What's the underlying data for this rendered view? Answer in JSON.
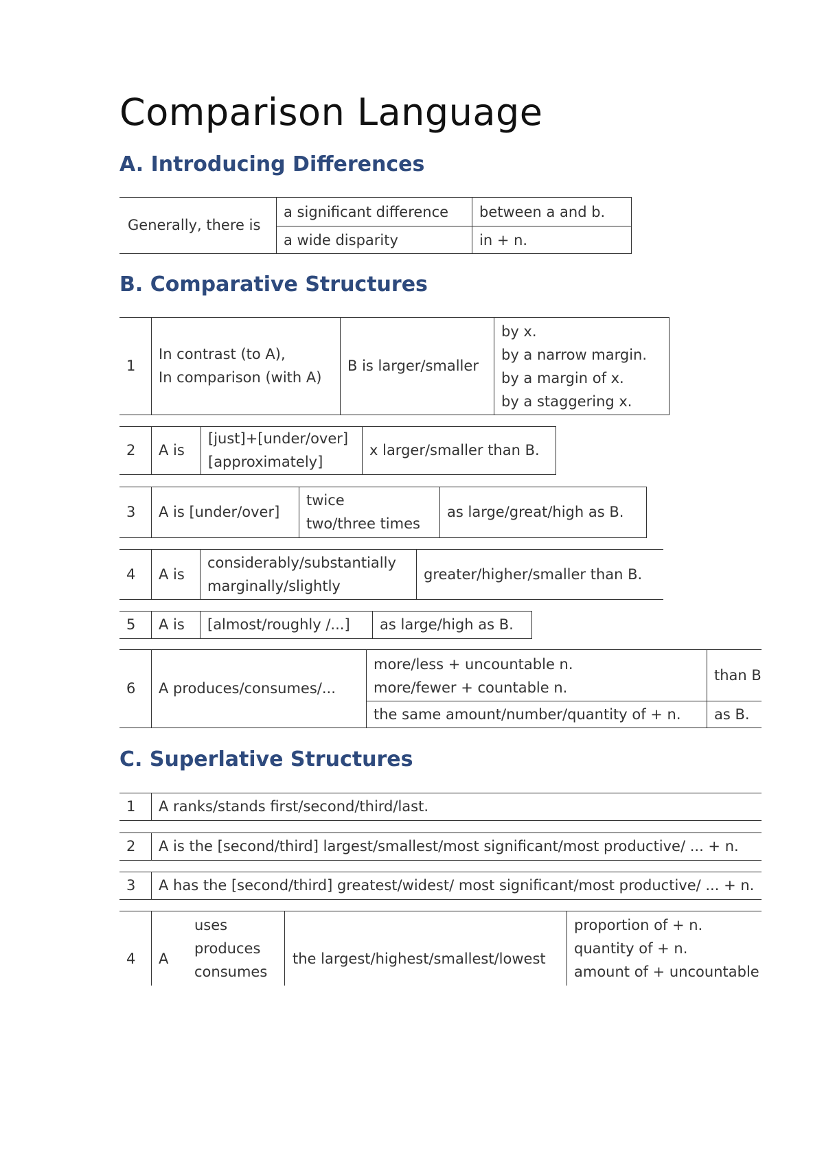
{
  "title": "Comparison Language",
  "section_a": {
    "heading": "A. Introducing Differences",
    "intro": "Generally, there is",
    "rows": [
      {
        "phrase": "a significant difference",
        "ending": "between a and b."
      },
      {
        "phrase": "a wide disparity",
        "ending": "in + n."
      }
    ]
  },
  "section_b": {
    "heading": "B. Comparative Structures",
    "row1": {
      "num": "1",
      "lead1": "In contrast (to A),",
      "lead2": "In comparison (with A)",
      "mid": "B is larger/smaller",
      "opt1": "by x.",
      "opt2": "by a narrow margin.",
      "opt3": "by a margin of x.",
      "opt4": "by a staggering x."
    },
    "row2": {
      "num": "2",
      "a": "A is",
      "b1": "[just]+[under/over]",
      "b2": "[approximately]",
      "c": "x larger/smaller than B."
    },
    "row3": {
      "num": "3",
      "a": "A is [under/over]",
      "b1": "twice",
      "b2": "two/three times",
      "c": "as large/great/high as B."
    },
    "row4": {
      "num": "4",
      "a": "A is",
      "b1": "considerably/substantially",
      "b2": "marginally/slightly",
      "c": "greater/higher/smaller than B."
    },
    "row5": {
      "num": "5",
      "a": "A is",
      "b": "[almost/roughly /...]",
      "c": "as large/high as B."
    },
    "row6": {
      "num": "6",
      "a": "A produces/consumes/...",
      "b1": "more/less + uncountable n.",
      "b2": "more/fewer + countable n.",
      "c1": "than B",
      "b3": "the same amount/number/quantity of + n.",
      "c2": "as B."
    }
  },
  "section_c": {
    "heading": "C. Superlative Structures",
    "row1": {
      "num": "1",
      "text": "A ranks/stands first/second/third/last."
    },
    "row2": {
      "num": "2",
      "text": "A is the [second/third] largest/smallest/most significant/most productive/ ... + n."
    },
    "row3": {
      "num": "3",
      "text": "A has the [second/third] greatest/widest/ most significant/most productive/ ... + n."
    },
    "row4": {
      "num": "4",
      "a": "A",
      "v1": "uses",
      "v2": "produces",
      "v3": "consumes",
      "mid": "the largest/highest/smallest/lowest",
      "o1": "proportion of + n.",
      "o2": "quantity of + n.",
      "o3": "amount of + uncountable n."
    }
  }
}
